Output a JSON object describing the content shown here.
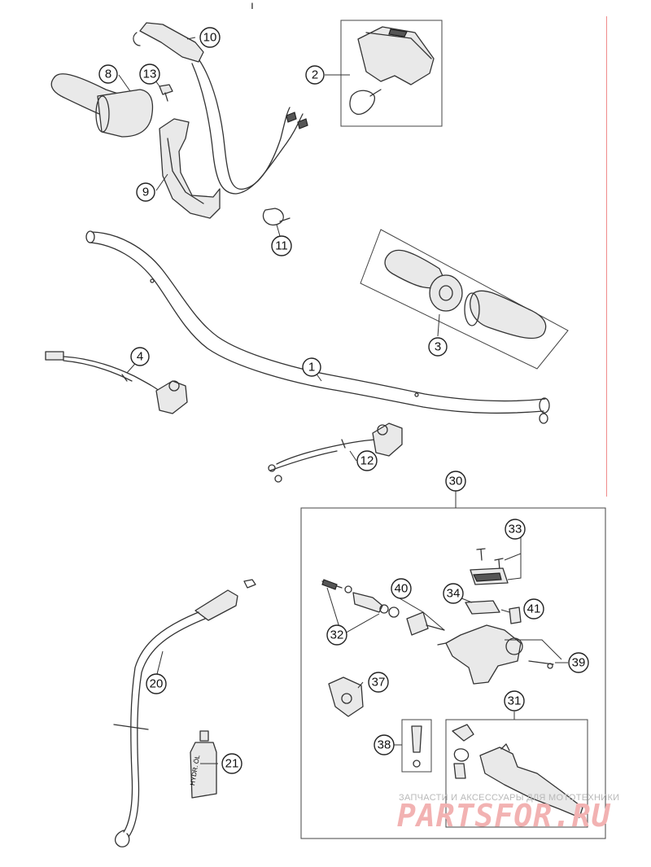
{
  "callouts": {
    "c1": "1",
    "c2": "2",
    "c3": "3",
    "c4": "4",
    "c8": "8",
    "c9": "9",
    "c10": "10",
    "c11": "11",
    "c12": "12",
    "c13": "13",
    "c20": "20",
    "c21": "21",
    "c30": "30",
    "c31": "31",
    "c32": "32",
    "c33": "33",
    "c34": "34",
    "c37": "37",
    "c38": "38",
    "c39": "39",
    "c40": "40",
    "c41": "41"
  },
  "bottle_label": "HYDR. ÖL",
  "watermark": {
    "caption": "ЗАПЧАСТИ И АКСЕССУАРЫ ДЛЯ МОТОТЕХНИКИ",
    "logo": "PARTSFOR.RU"
  },
  "colors": {
    "watermark_red": "#f2b2b2",
    "margin_line": "#f08a8a"
  }
}
